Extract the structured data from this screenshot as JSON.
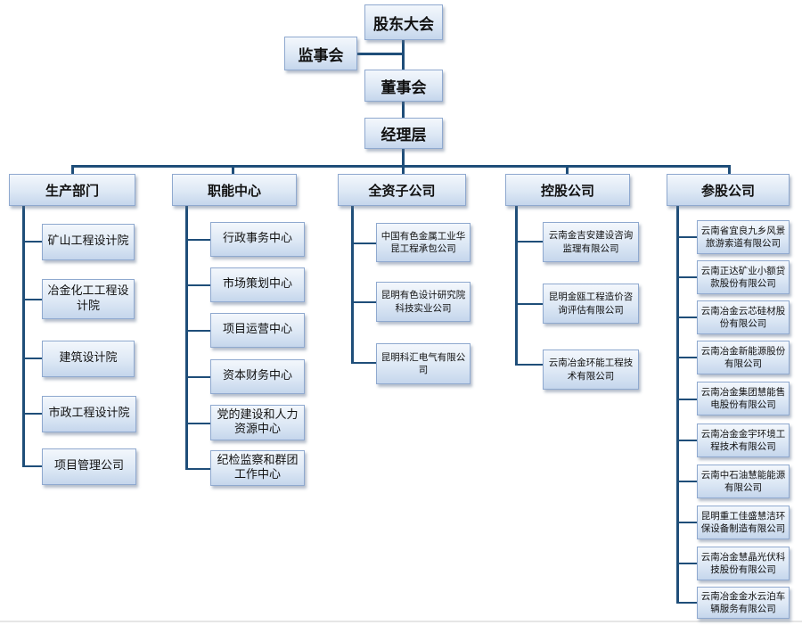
{
  "top": {
    "shareholders": "股东大会",
    "supervisors": "监事会",
    "board": "董事会",
    "management": "经理层"
  },
  "departments": [
    {
      "name": "生产部门",
      "items": [
        "矿山工程设计院",
        "冶金化工工程设计院",
        "建筑设计院",
        "市政工程设计院",
        "项目管理公司"
      ]
    },
    {
      "name": "职能中心",
      "items": [
        "行政事务中心",
        "市场策划中心",
        "项目运营中心",
        "资本财务中心",
        "党的建设和人力资源中心",
        "纪检监察和群团工作中心"
      ]
    },
    {
      "name": "全资子公司",
      "items": [
        "中国有色金属工业华昆工程承包公司",
        "昆明有色设计研究院科技实业公司",
        "昆明科汇电气有限公司"
      ]
    },
    {
      "name": "控股公司",
      "items": [
        "云南金吉安建设咨询监理有限公司",
        "昆明金瓯工程造价咨询评估有限公司",
        "云南冶金环能工程技术有限公司"
      ]
    },
    {
      "name": "参股公司",
      "items": [
        "云南省宜良九乡风景旅游索道有限公司",
        "云南正达矿业小额贷款股份有限公司",
        "云南冶金云芯硅材股份有限公司",
        "云南冶金新能源股份有限公司",
        "云南冶金集团慧能售电股份有限公司",
        "云南冶金金宇环境工程技术有限公司",
        "云南中石油慧能能源有限公司",
        "昆明重工佳盛慧洁环保设备制造有限公司",
        "云南冶金慧晶光伏科技股份有限公司",
        "云南冶金金水云泊车辆服务有限公司"
      ]
    }
  ]
}
